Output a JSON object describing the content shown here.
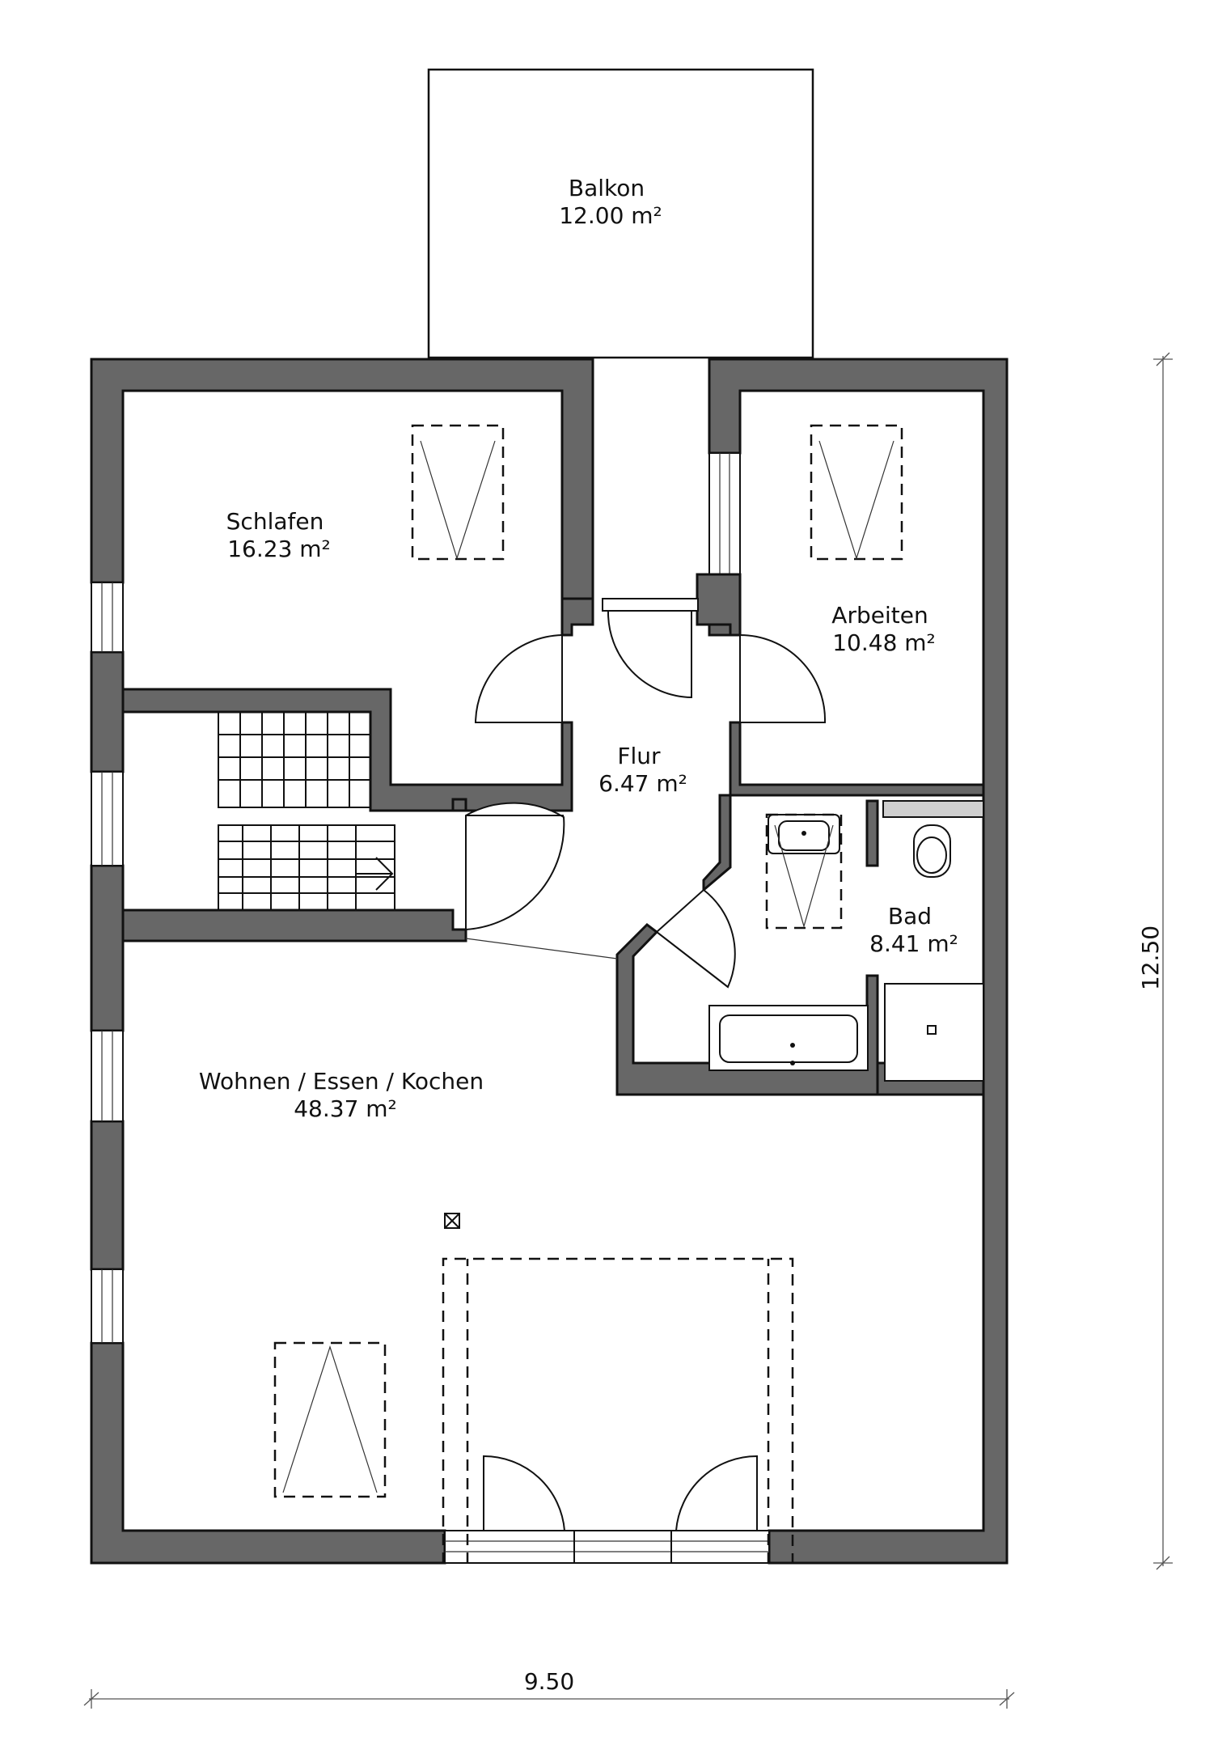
{
  "rooms": {
    "balkon": {
      "name": "Balkon",
      "area": "12.00 m²"
    },
    "schlafen": {
      "name": "Schlafen",
      "area": "16.23 m²"
    },
    "arbeiten": {
      "name": "Arbeiten",
      "area": "10.48 m²"
    },
    "flur": {
      "name": "Flur",
      "area": "6.47 m²"
    },
    "bad": {
      "name": "Bad",
      "area": "8.41 m²"
    },
    "wohnen": {
      "name": "Wohnen / Essen / Kochen",
      "area": "48.37 m²"
    }
  },
  "dimensions": {
    "width": "9.50",
    "depth": "12.50"
  }
}
